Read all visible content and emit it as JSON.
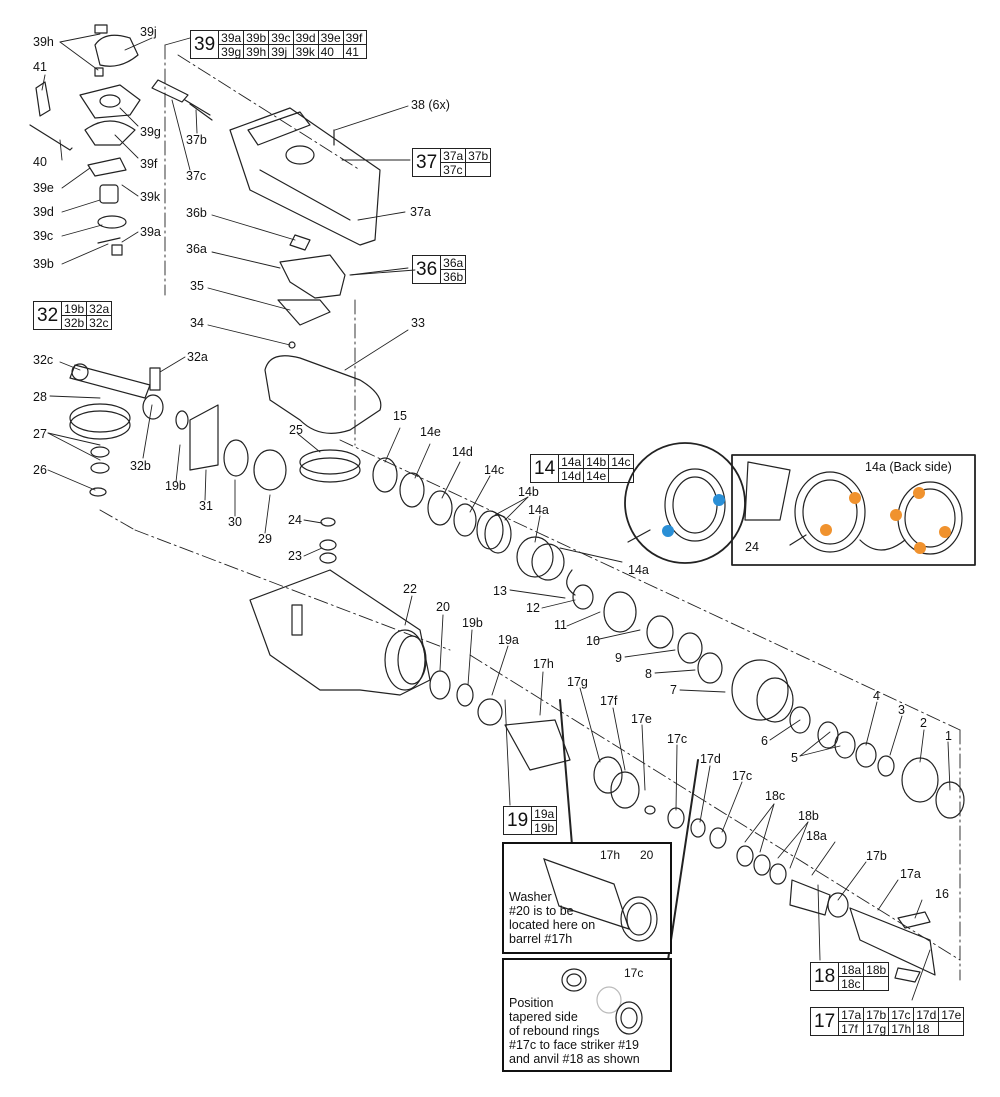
{
  "labels": [
    {
      "id": "39h",
      "text": "39h"
    },
    {
      "id": "39j",
      "text": "39j"
    },
    {
      "id": "41",
      "text": "41"
    },
    {
      "id": "39g",
      "text": "39g"
    },
    {
      "id": "40",
      "text": "40"
    },
    {
      "id": "39f",
      "text": "39f"
    },
    {
      "id": "39e",
      "text": "39e"
    },
    {
      "id": "39k",
      "text": "39k"
    },
    {
      "id": "39d",
      "text": "39d"
    },
    {
      "id": "39c",
      "text": "39c"
    },
    {
      "id": "39a",
      "text": "39a"
    },
    {
      "id": "39b",
      "text": "39b"
    },
    {
      "id": "37b",
      "text": "37b"
    },
    {
      "id": "37c",
      "text": "37c"
    },
    {
      "id": "38",
      "text": "38 (6x)"
    },
    {
      "id": "37a",
      "text": "37a"
    },
    {
      "id": "36b",
      "text": "36b"
    },
    {
      "id": "36a",
      "text": "36a"
    },
    {
      "id": "35",
      "text": "35"
    },
    {
      "id": "34",
      "text": "34"
    },
    {
      "id": "33",
      "text": "33"
    },
    {
      "id": "32c",
      "text": "32c"
    },
    {
      "id": "32a",
      "text": "32a"
    },
    {
      "id": "28",
      "text": "28"
    },
    {
      "id": "27",
      "text": "27"
    },
    {
      "id": "26",
      "text": "26"
    },
    {
      "id": "32b",
      "text": "32b"
    },
    {
      "id": "19b_top",
      "text": "19b"
    },
    {
      "id": "31",
      "text": "31"
    },
    {
      "id": "30",
      "text": "30"
    },
    {
      "id": "29",
      "text": "29"
    },
    {
      "id": "25",
      "text": "25"
    },
    {
      "id": "24",
      "text": "24"
    },
    {
      "id": "23",
      "text": "23"
    },
    {
      "id": "15",
      "text": "15"
    },
    {
      "id": "14e",
      "text": "14e"
    },
    {
      "id": "14d",
      "text": "14d"
    },
    {
      "id": "14c",
      "text": "14c"
    },
    {
      "id": "14b",
      "text": "14b"
    },
    {
      "id": "14a",
      "text": "14a"
    },
    {
      "id": "14a_low",
      "text": "14a"
    },
    {
      "id": "13",
      "text": "13"
    },
    {
      "id": "12",
      "text": "12"
    },
    {
      "id": "11",
      "text": "11"
    },
    {
      "id": "10",
      "text": "10"
    },
    {
      "id": "9",
      "text": "9"
    },
    {
      "id": "8",
      "text": "8"
    },
    {
      "id": "7",
      "text": "7"
    },
    {
      "id": "6",
      "text": "6"
    },
    {
      "id": "5",
      "text": "5"
    },
    {
      "id": "4",
      "text": "4"
    },
    {
      "id": "3",
      "text": "3"
    },
    {
      "id": "2",
      "text": "2"
    },
    {
      "id": "1",
      "text": "1"
    },
    {
      "id": "22",
      "text": "22"
    },
    {
      "id": "20",
      "text": "20"
    },
    {
      "id": "19b",
      "text": "19b"
    },
    {
      "id": "19a",
      "text": "19a"
    },
    {
      "id": "17h",
      "text": "17h"
    },
    {
      "id": "17g",
      "text": "17g"
    },
    {
      "id": "17f",
      "text": "17f"
    },
    {
      "id": "17e",
      "text": "17e"
    },
    {
      "id": "17c_a",
      "text": "17c"
    },
    {
      "id": "17d",
      "text": "17d"
    },
    {
      "id": "17c_b",
      "text": "17c"
    },
    {
      "id": "18c",
      "text": "18c"
    },
    {
      "id": "18b",
      "text": "18b"
    },
    {
      "id": "18a",
      "text": "18a"
    },
    {
      "id": "17b",
      "text": "17b"
    },
    {
      "id": "17a",
      "text": "17a"
    },
    {
      "id": "16",
      "text": "16"
    },
    {
      "id": "24_det",
      "text": "24"
    },
    {
      "id": "14a_back",
      "text": "14a (Back side)"
    }
  ],
  "kits": {
    "k39": {
      "main": "39",
      "rows": [
        [
          "39a",
          "39b",
          "39c",
          "39d",
          "39e",
          "39f"
        ],
        [
          "39g",
          "39h",
          "39j",
          "39k",
          "40",
          "41"
        ]
      ]
    },
    "k37": {
      "main": "37",
      "rows": [
        [
          "37a",
          "37b"
        ],
        [
          "37c",
          ""
        ]
      ]
    },
    "k36": {
      "main": "36",
      "rows": [
        [
          "36a"
        ],
        [
          "36b"
        ]
      ]
    },
    "k32": {
      "main": "32",
      "rows": [
        [
          "19b",
          "32a"
        ],
        [
          "32b",
          "32c"
        ]
      ]
    },
    "k14": {
      "main": "14",
      "rows": [
        [
          "14a",
          "14b",
          "14c"
        ],
        [
          "14d",
          "14e",
          ""
        ]
      ]
    },
    "k19": {
      "main": "19",
      "rows": [
        [
          "19a"
        ],
        [
          "19b"
        ]
      ]
    },
    "k18": {
      "main": "18",
      "rows": [
        [
          "18a",
          "18b"
        ],
        [
          "18c",
          ""
        ]
      ]
    },
    "k17": {
      "main": "17",
      "rows": [
        [
          "17a",
          "17b",
          "17c",
          "17d",
          "17e"
        ],
        [
          "17f",
          "17g",
          "17h",
          "18",
          ""
        ]
      ]
    }
  },
  "notes": {
    "washer": {
      "text": "Washer\n#20 is to be\nlocated here on\nbarrel #17h",
      "cap1": "17h",
      "cap2": "20"
    },
    "rebound": {
      "text": "Position\ntapered side\nof rebound rings\n#17c to face striker #19\nand anvil #18 as shown",
      "cap": "17c"
    }
  },
  "colors": {
    "ink": "#111111",
    "callout_orange": "#f0922e",
    "callout_blue": "#2a8fd6"
  }
}
